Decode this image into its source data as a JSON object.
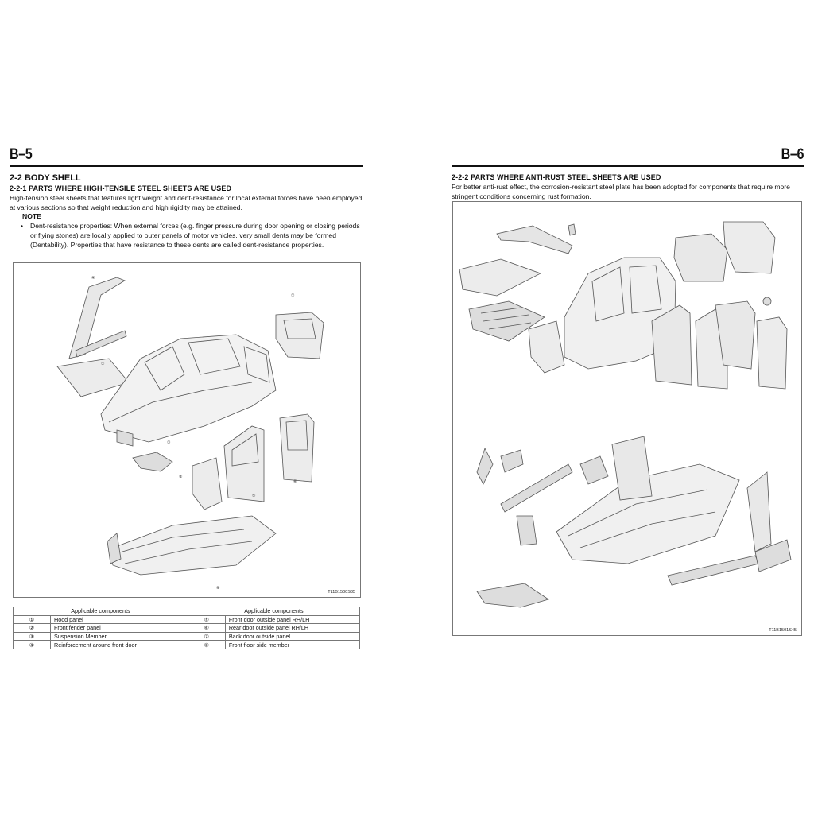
{
  "left_page": {
    "page_number": "B–5",
    "section_title": "2-2  BODY SHELL",
    "subsection_title": "2-2-1  PARTS WHERE HIGH-TENSILE STEEL SHEETS ARE USED",
    "intro": "High-tension steel sheets that features light weight and dent-resistance for local external forces have been employed at various sections so that weight reduction and high rigidity may be attained.",
    "note_title": "NOTE",
    "note_item": "Dent-resistance properties: When external forces (e.g. finger pressure during door opening or closing periods or flying stones) are locally applied to outer panels of motor vehicles, very small dents may be formed (Dentability). Properties that have resistance to these dents are called dent-resistance properties.",
    "figure_code": "T11B1500S35",
    "callouts": [
      "①",
      "②",
      "③",
      "④",
      "⑤",
      "⑥",
      "⑦",
      "⑧"
    ],
    "table": {
      "header": "Applicable components",
      "rows": [
        {
          "n1": "①",
          "c1": "Hood panel",
          "n2": "⑤",
          "c2": "Front door outside panel RH/LH"
        },
        {
          "n1": "②",
          "c1": "Front fender panel",
          "n2": "⑥",
          "c2": "Rear door outside panel RH/LH"
        },
        {
          "n1": "③",
          "c1": "Suspension Member",
          "n2": "⑦",
          "c2": "Back door outside panel"
        },
        {
          "n1": "④",
          "c1": "Reinforcement around front door",
          "n2": "⑧",
          "c2": "Front floor side member"
        }
      ]
    }
  },
  "right_page": {
    "page_number": "B–6",
    "subsection_title": "2-2-2  PARTS WHERE ANTI-RUST STEEL SHEETS ARE USED",
    "intro": "For better anti-rust effect, the corrosion-resistant steel plate has been adopted for components that require more stringent conditions concerning rust formation.",
    "figure_code": "T11B1501S45"
  }
}
